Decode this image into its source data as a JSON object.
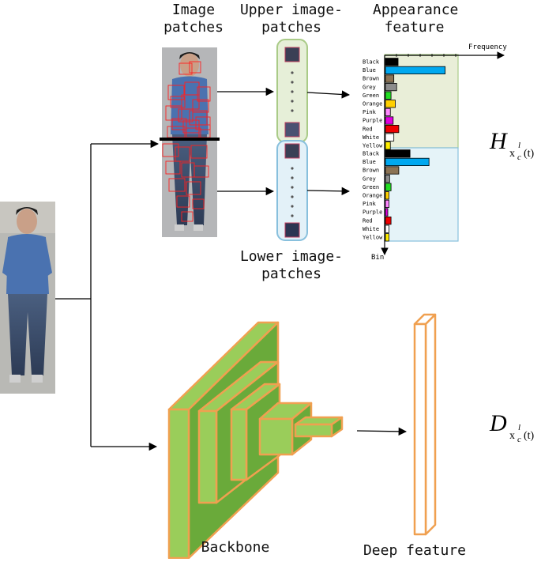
{
  "labels": {
    "image_patches_1": "Image",
    "image_patches_2": "patches",
    "upper_1": "Upper image-",
    "upper_2": "patches",
    "appearance_1": "Appearance",
    "appearance_2": "feature",
    "lower_1": "Lower image-",
    "lower_2": "patches",
    "backbone": "Backbone",
    "deep_feature": "Deep feature"
  },
  "histogram": {
    "x_axis": "Frequency",
    "y_axis": "Bin",
    "upper_bins": [
      "Black",
      "Blue",
      "Brown",
      "Grey",
      "Green",
      "Orange",
      "Pink",
      "Purple",
      "Red",
      "White",
      "Yellow"
    ],
    "lower_bins": [
      "Black",
      "Blue",
      "Brown",
      "Grey",
      "Green",
      "Orange",
      "Pink",
      "Purple",
      "Red",
      "White",
      "Yellow"
    ],
    "upper_values": [
      0.18,
      0.85,
      0.12,
      0.16,
      0.08,
      0.14,
      0.07,
      0.11,
      0.19,
      0.12,
      0.07
    ],
    "lower_values": [
      0.35,
      0.62,
      0.19,
      0.06,
      0.08,
      0.05,
      0.05,
      0.02,
      0.08,
      0.05,
      0.05
    ],
    "bin_colors": [
      "#000000",
      "#00a8f0",
      "#8b7355",
      "#8c8c8c",
      "#22dd22",
      "#ffd000",
      "#ff88ff",
      "#e000e0",
      "#ee0000",
      "#ffffff",
      "#ffee00"
    ],
    "upper_bg": "#e9eed8",
    "lower_bg": "#e5f3f8"
  },
  "formulas": {
    "H_main": "H",
    "H_sub": "x",
    "H_subsub": "c",
    "H_sup": "l",
    "H_arg": "(t)",
    "D_main": "D",
    "D_sub": "x",
    "D_subsub": "c",
    "D_sup": "l",
    "D_arg": "(t)"
  },
  "colors": {
    "cnn_fill": "#6aaa3a",
    "cnn_light": "#9acd5a",
    "cnn_stroke": "#f0a050",
    "deep_stroke": "#f0a050",
    "upper_box": "#aacb88",
    "lower_box": "#88c0dd"
  }
}
